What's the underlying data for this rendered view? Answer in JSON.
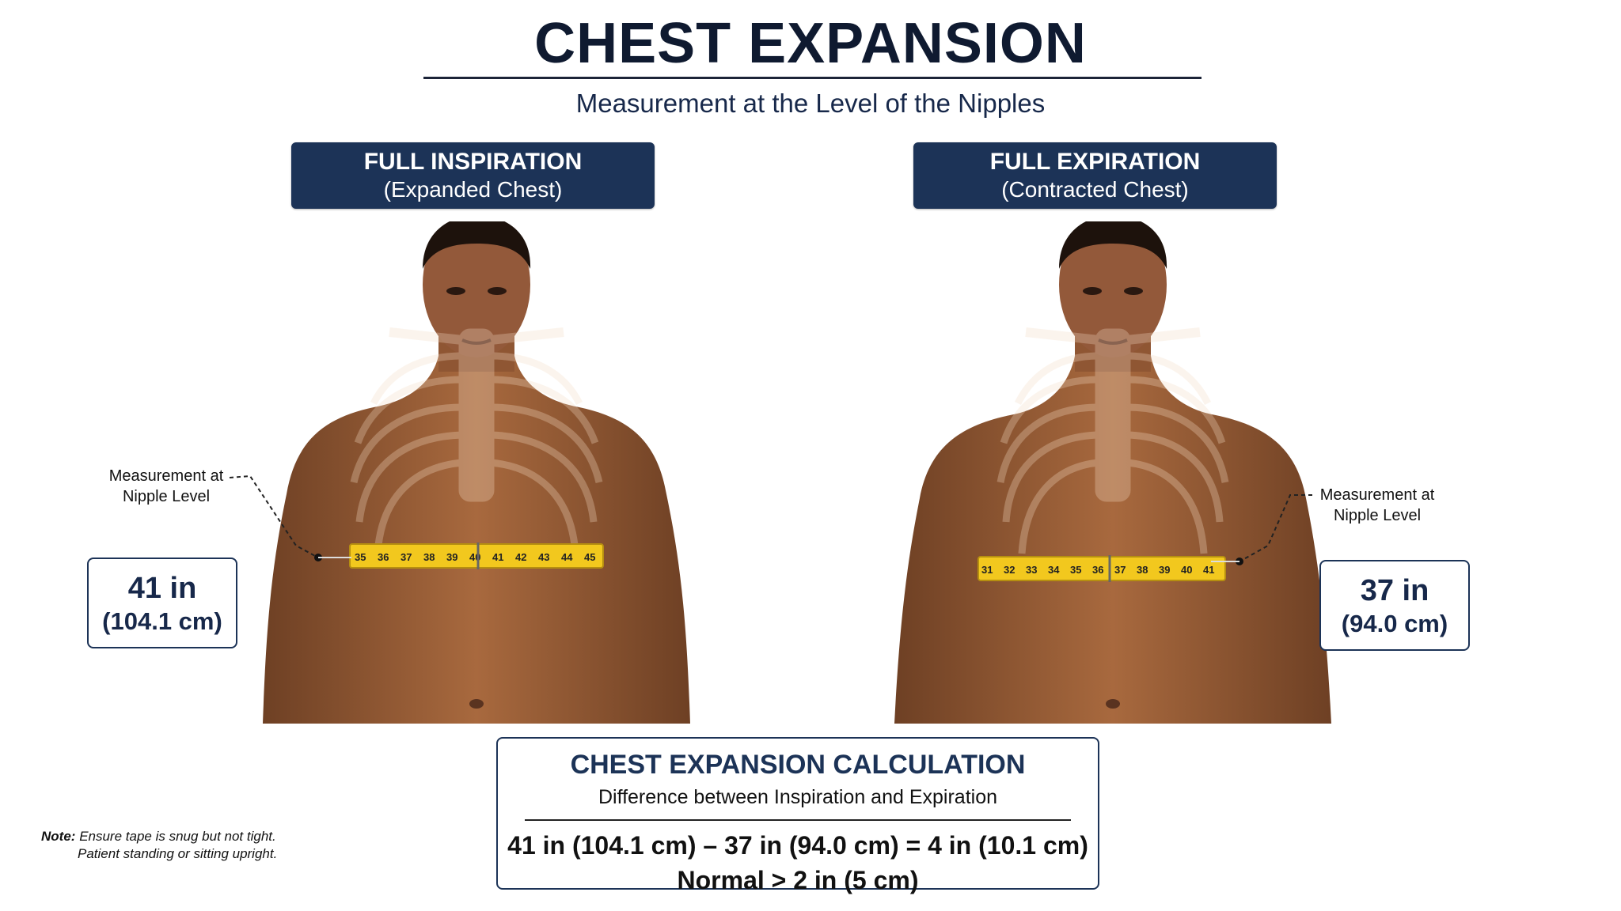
{
  "header": {
    "title": "CHEST EXPANSION",
    "subtitle": "Measurement at the Level of the Nipples"
  },
  "panels": {
    "inspiration": {
      "heading": "FULL INSPIRATION",
      "subheading": "(Expanded Chest)",
      "callout_line1": "Measurement at",
      "callout_line2": "Nipple Level",
      "measurement_in": "41 in",
      "measurement_cm": "(104.1 cm)",
      "tape_ticks": [
        "35",
        "36",
        "37",
        "38",
        "39",
        "40",
        "41",
        "42",
        "43",
        "44",
        "45"
      ]
    },
    "expiration": {
      "heading": "FULL EXPIRATION",
      "subheading": "(Contracted Chest)",
      "callout_line1": "Measurement at",
      "callout_line2": "Nipple Level",
      "measurement_in": "37 in",
      "measurement_cm": "(94.0 cm)",
      "tape_ticks": [
        "31",
        "32",
        "33",
        "34",
        "35",
        "36",
        "37",
        "38",
        "39",
        "40",
        "41"
      ]
    }
  },
  "calculation": {
    "title": "CHEST EXPANSION CALCULATION",
    "subtitle": "Difference between Inspiration and Expiration",
    "equation": "41 in (104.1 cm) – 37 in (94.0 cm) = 4 in (10.1 cm)",
    "normal": "Normal > 2 in (5 cm)"
  },
  "note": {
    "label": "Note:",
    "line1": "Ensure tape is snug but not tight.",
    "line2": "Patient standing or sitting upright."
  },
  "colors": {
    "navy": "#1c3357",
    "tape": "#f2c81e",
    "skin": "#9a6038"
  }
}
